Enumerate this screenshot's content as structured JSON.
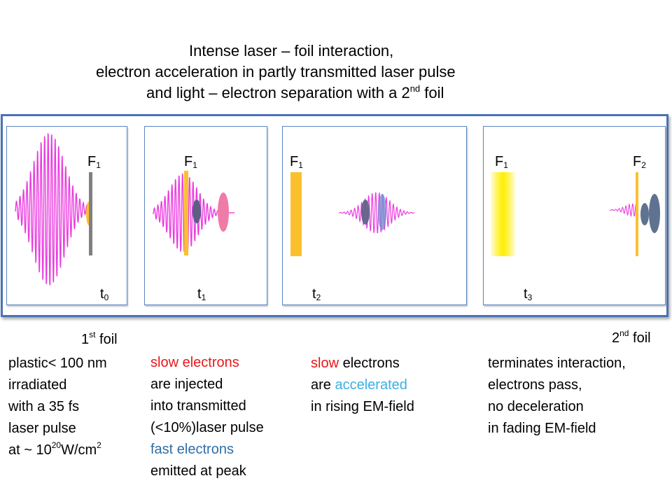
{
  "title": {
    "line1": "Intense laser – foil interaction,",
    "line2": "electron acceleration  in partly transmitted laser pulse",
    "line3_pre": "and light – electron separation with a 2",
    "line3_sup": "nd",
    "line3_post": " foil"
  },
  "panels": [
    {
      "foil_label": "F",
      "foil_sub": "1",
      "time_label": "t",
      "time_sub": "0"
    },
    {
      "foil_label": "F",
      "foil_sub": "1",
      "time_label": "t",
      "time_sub": "1"
    },
    {
      "foil_label": "F",
      "foil_sub": "1",
      "time_label": "t",
      "time_sub": "2"
    },
    {
      "foil_label": "F",
      "foil_sub": "1",
      "foil2_label": "F",
      "foil2_sub": "2",
      "time_label": "t",
      "time_sub": "3"
    }
  ],
  "captions": {
    "first_foil_num": "1",
    "first_foil_sup": "st",
    "first_foil_word": " foil",
    "second_foil_num": "2",
    "second_foil_sup": "nd",
    "second_foil_word": " foil"
  },
  "descriptions": {
    "col1": {
      "l1": "plastic< 100 nm",
      "l2": "irradiated",
      "l3": "with a 35 fs",
      "l4": "laser pulse",
      "l5_pre": "at ~ 10",
      "l5_sup1": "20",
      "l5_mid": "W/cm",
      "l5_sup2": "2"
    },
    "col2": {
      "l1": "slow electrons",
      "l2": "are injected",
      "l3": "into transmitted",
      "l4": "(<10%)laser pulse",
      "l5": "fast electrons",
      "l6": "emitted at peak"
    },
    "col3": {
      "l1_red": "slow",
      "l1_rest": " electrons",
      "l2_pre": "are ",
      "l2_cyan": "accelerated",
      "l3": "in rising EM-field"
    },
    "col4": {
      "l1": "terminates  interaction,",
      "l2": "electrons pass,",
      "l3": "no deceleration",
      "l4": "in fading EM-field"
    }
  },
  "colors": {
    "laser": "#ea3ce0",
    "foil": "#fbc02d",
    "frame": "#4a73b5",
    "slow_text": "#e8171a",
    "fast_text": "#3a87c8",
    "accel_text": "#3ab0e4"
  }
}
